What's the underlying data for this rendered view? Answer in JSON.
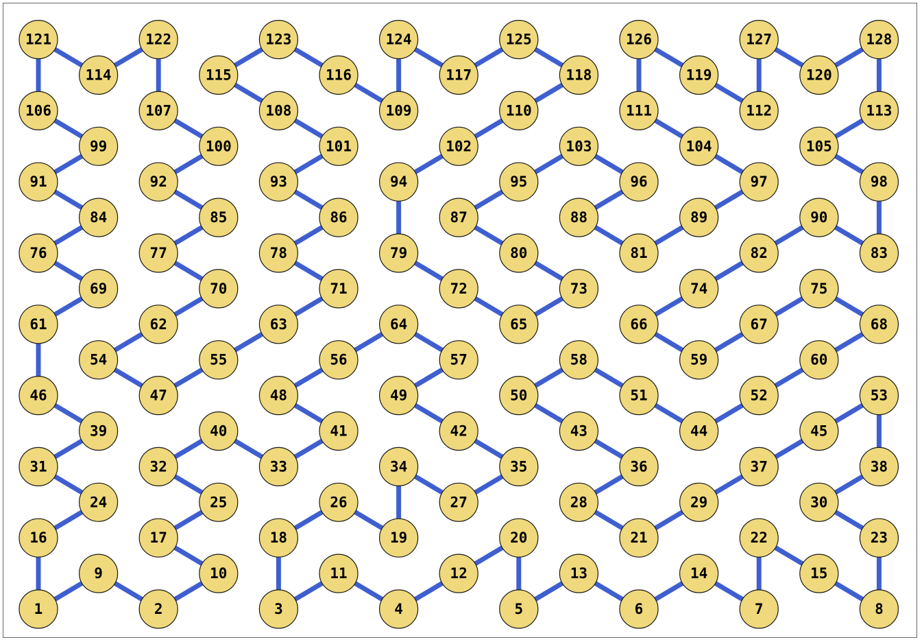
{
  "colors": {
    "node_fill": "#efd97c",
    "node_stroke": "#1a1a1a",
    "edge": "#3f5fcf",
    "border": "#666666"
  },
  "nodes": [
    {
      "id": "1",
      "c": 0,
      "r": 0
    },
    {
      "id": "9",
      "c": 1,
      "r": 1
    },
    {
      "id": "2",
      "c": 2,
      "r": 0
    },
    {
      "id": "10",
      "c": 3,
      "r": 1
    },
    {
      "id": "3",
      "c": 4,
      "r": 0
    },
    {
      "id": "11",
      "c": 5,
      "r": 1
    },
    {
      "id": "4",
      "c": 6,
      "r": 0
    },
    {
      "id": "12",
      "c": 7,
      "r": 1
    },
    {
      "id": "5",
      "c": 8,
      "r": 0
    },
    {
      "id": "13",
      "c": 9,
      "r": 1
    },
    {
      "id": "6",
      "c": 10,
      "r": 0
    },
    {
      "id": "14",
      "c": 11,
      "r": 1
    },
    {
      "id": "7",
      "c": 12,
      "r": 0
    },
    {
      "id": "15",
      "c": 13,
      "r": 1
    },
    {
      "id": "8",
      "c": 14,
      "r": 0
    },
    {
      "id": "16",
      "c": 0,
      "r": 2
    },
    {
      "id": "17",
      "c": 2,
      "r": 2
    },
    {
      "id": "18",
      "c": 4,
      "r": 2
    },
    {
      "id": "19",
      "c": 6,
      "r": 2
    },
    {
      "id": "20",
      "c": 8,
      "r": 2
    },
    {
      "id": "21",
      "c": 10,
      "r": 2
    },
    {
      "id": "22",
      "c": 12,
      "r": 2
    },
    {
      "id": "23",
      "c": 14,
      "r": 2
    },
    {
      "id": "24",
      "c": 1,
      "r": 3
    },
    {
      "id": "25",
      "c": 3,
      "r": 3
    },
    {
      "id": "26",
      "c": 5,
      "r": 3
    },
    {
      "id": "27",
      "c": 7,
      "r": 3
    },
    {
      "id": "28",
      "c": 9,
      "r": 3
    },
    {
      "id": "29",
      "c": 11,
      "r": 3
    },
    {
      "id": "30",
      "c": 13,
      "r": 3
    },
    {
      "id": "31",
      "c": 0,
      "r": 4
    },
    {
      "id": "32",
      "c": 2,
      "r": 4
    },
    {
      "id": "33",
      "c": 4,
      "r": 4
    },
    {
      "id": "34",
      "c": 6,
      "r": 4
    },
    {
      "id": "35",
      "c": 8,
      "r": 4
    },
    {
      "id": "36",
      "c": 10,
      "r": 4
    },
    {
      "id": "37",
      "c": 12,
      "r": 4
    },
    {
      "id": "38",
      "c": 14,
      "r": 4
    },
    {
      "id": "39",
      "c": 1,
      "r": 5
    },
    {
      "id": "40",
      "c": 3,
      "r": 5
    },
    {
      "id": "41",
      "c": 5,
      "r": 5
    },
    {
      "id": "42",
      "c": 7,
      "r": 5
    },
    {
      "id": "43",
      "c": 9,
      "r": 5
    },
    {
      "id": "44",
      "c": 11,
      "r": 5
    },
    {
      "id": "45",
      "c": 13,
      "r": 5
    },
    {
      "id": "46",
      "c": 0,
      "r": 6
    },
    {
      "id": "47",
      "c": 2,
      "r": 6
    },
    {
      "id": "48",
      "c": 4,
      "r": 6
    },
    {
      "id": "49",
      "c": 6,
      "r": 6
    },
    {
      "id": "50",
      "c": 8,
      "r": 6
    },
    {
      "id": "51",
      "c": 10,
      "r": 6
    },
    {
      "id": "52",
      "c": 12,
      "r": 6
    },
    {
      "id": "53",
      "c": 14,
      "r": 6
    },
    {
      "id": "54",
      "c": 1,
      "r": 7
    },
    {
      "id": "55",
      "c": 3,
      "r": 7
    },
    {
      "id": "56",
      "c": 5,
      "r": 7
    },
    {
      "id": "57",
      "c": 7,
      "r": 7
    },
    {
      "id": "58",
      "c": 9,
      "r": 7
    },
    {
      "id": "59",
      "c": 11,
      "r": 7
    },
    {
      "id": "60",
      "c": 13,
      "r": 7
    },
    {
      "id": "61",
      "c": 0,
      "r": 8
    },
    {
      "id": "62",
      "c": 2,
      "r": 8
    },
    {
      "id": "63",
      "c": 4,
      "r": 8
    },
    {
      "id": "64",
      "c": 6,
      "r": 8
    },
    {
      "id": "65",
      "c": 8,
      "r": 8
    },
    {
      "id": "66",
      "c": 10,
      "r": 8
    },
    {
      "id": "67",
      "c": 12,
      "r": 8
    },
    {
      "id": "68",
      "c": 14,
      "r": 8
    },
    {
      "id": "69",
      "c": 1,
      "r": 9
    },
    {
      "id": "70",
      "c": 3,
      "r": 9
    },
    {
      "id": "71",
      "c": 5,
      "r": 9
    },
    {
      "id": "72",
      "c": 7,
      "r": 9
    },
    {
      "id": "73",
      "c": 9,
      "r": 9
    },
    {
      "id": "74",
      "c": 11,
      "r": 9
    },
    {
      "id": "75",
      "c": 13,
      "r": 9
    },
    {
      "id": "76",
      "c": 0,
      "r": 10
    },
    {
      "id": "77",
      "c": 2,
      "r": 10
    },
    {
      "id": "78",
      "c": 4,
      "r": 10
    },
    {
      "id": "79",
      "c": 6,
      "r": 10
    },
    {
      "id": "80",
      "c": 8,
      "r": 10
    },
    {
      "id": "81",
      "c": 10,
      "r": 10
    },
    {
      "id": "82",
      "c": 12,
      "r": 10
    },
    {
      "id": "83",
      "c": 14,
      "r": 10
    },
    {
      "id": "84",
      "c": 1,
      "r": 11
    },
    {
      "id": "85",
      "c": 3,
      "r": 11
    },
    {
      "id": "86",
      "c": 5,
      "r": 11
    },
    {
      "id": "87",
      "c": 7,
      "r": 11
    },
    {
      "id": "88",
      "c": 9,
      "r": 11
    },
    {
      "id": "89",
      "c": 11,
      "r": 11
    },
    {
      "id": "90",
      "c": 13,
      "r": 11
    },
    {
      "id": "91",
      "c": 0,
      "r": 12
    },
    {
      "id": "92",
      "c": 2,
      "r": 12
    },
    {
      "id": "93",
      "c": 4,
      "r": 12
    },
    {
      "id": "94",
      "c": 6,
      "r": 12
    },
    {
      "id": "95",
      "c": 8,
      "r": 12
    },
    {
      "id": "96",
      "c": 10,
      "r": 12
    },
    {
      "id": "97",
      "c": 12,
      "r": 12
    },
    {
      "id": "98",
      "c": 14,
      "r": 12
    },
    {
      "id": "99",
      "c": 1,
      "r": 13
    },
    {
      "id": "100",
      "c": 3,
      "r": 13
    },
    {
      "id": "101",
      "c": 5,
      "r": 13
    },
    {
      "id": "102",
      "c": 7,
      "r": 13
    },
    {
      "id": "103",
      "c": 9,
      "r": 13
    },
    {
      "id": "104",
      "c": 11,
      "r": 13
    },
    {
      "id": "105",
      "c": 13,
      "r": 13
    },
    {
      "id": "106",
      "c": 0,
      "r": 14
    },
    {
      "id": "107",
      "c": 2,
      "r": 14
    },
    {
      "id": "108",
      "c": 4,
      "r": 14
    },
    {
      "id": "109",
      "c": 6,
      "r": 14
    },
    {
      "id": "110",
      "c": 8,
      "r": 14
    },
    {
      "id": "111",
      "c": 10,
      "r": 14
    },
    {
      "id": "112",
      "c": 12,
      "r": 14
    },
    {
      "id": "113",
      "c": 14,
      "r": 14
    },
    {
      "id": "114",
      "c": 1,
      "r": 15
    },
    {
      "id": "115",
      "c": 3,
      "r": 15
    },
    {
      "id": "116",
      "c": 5,
      "r": 15
    },
    {
      "id": "117",
      "c": 7,
      "r": 15
    },
    {
      "id": "118",
      "c": 9,
      "r": 15
    },
    {
      "id": "119",
      "c": 11,
      "r": 15
    },
    {
      "id": "120",
      "c": 13,
      "r": 15
    },
    {
      "id": "121",
      "c": 0,
      "r": 16
    },
    {
      "id": "122",
      "c": 2,
      "r": 16
    },
    {
      "id": "123",
      "c": 4,
      "r": 16
    },
    {
      "id": "124",
      "c": 6,
      "r": 16
    },
    {
      "id": "125",
      "c": 8,
      "r": 16
    },
    {
      "id": "126",
      "c": 10,
      "r": 16
    },
    {
      "id": "127",
      "c": 12,
      "r": 16
    },
    {
      "id": "128",
      "c": 14,
      "r": 16
    }
  ],
  "edges": [
    [
      "1",
      "9"
    ],
    [
      "9",
      "2"
    ],
    [
      "2",
      "10"
    ],
    [
      "10",
      "17"
    ],
    [
      "17",
      "25"
    ],
    [
      "25",
      "32"
    ],
    [
      "32",
      "40"
    ],
    [
      "40",
      "33"
    ],
    [
      "33",
      "41"
    ],
    [
      "41",
      "48"
    ],
    [
      "48",
      "56"
    ],
    [
      "56",
      "64"
    ],
    [
      "64",
      "57"
    ],
    [
      "57",
      "49"
    ],
    [
      "49",
      "42"
    ],
    [
      "42",
      "35"
    ],
    [
      "35",
      "27"
    ],
    [
      "27",
      "34"
    ],
    [
      "34",
      "19"
    ],
    [
      "19",
      "26"
    ],
    [
      "26",
      "18"
    ],
    [
      "18",
      "3"
    ],
    [
      "3",
      "11"
    ],
    [
      "11",
      "4"
    ],
    [
      "4",
      "12"
    ],
    [
      "12",
      "20"
    ],
    [
      "20",
      "5"
    ],
    [
      "5",
      "13"
    ],
    [
      "13",
      "6"
    ],
    [
      "6",
      "14"
    ],
    [
      "14",
      "7"
    ],
    [
      "7",
      "22"
    ],
    [
      "22",
      "15"
    ],
    [
      "15",
      "8"
    ],
    [
      "8",
      "23"
    ],
    [
      "23",
      "30"
    ],
    [
      "30",
      "38"
    ],
    [
      "38",
      "53"
    ],
    [
      "53",
      "45"
    ],
    [
      "45",
      "37"
    ],
    [
      "37",
      "29"
    ],
    [
      "29",
      "21"
    ],
    [
      "21",
      "28"
    ],
    [
      "28",
      "36"
    ],
    [
      "36",
      "43"
    ],
    [
      "43",
      "50"
    ],
    [
      "50",
      "58"
    ],
    [
      "58",
      "51"
    ],
    [
      "51",
      "44"
    ],
    [
      "44",
      "52"
    ],
    [
      "52",
      "60"
    ],
    [
      "60",
      "68"
    ],
    [
      "68",
      "75"
    ],
    [
      "75",
      "67"
    ],
    [
      "67",
      "59"
    ],
    [
      "59",
      "66"
    ],
    [
      "66",
      "74"
    ],
    [
      "74",
      "82"
    ],
    [
      "82",
      "90"
    ],
    [
      "90",
      "83"
    ],
    [
      "83",
      "98"
    ],
    [
      "98",
      "105"
    ],
    [
      "105",
      "113"
    ],
    [
      "113",
      "128"
    ],
    [
      "128",
      "120"
    ],
    [
      "120",
      "127"
    ],
    [
      "127",
      "112"
    ],
    [
      "112",
      "119"
    ],
    [
      "119",
      "126"
    ],
    [
      "126",
      "111"
    ],
    [
      "111",
      "104"
    ],
    [
      "104",
      "97"
    ],
    [
      "97",
      "89"
    ],
    [
      "89",
      "81"
    ],
    [
      "81",
      "88"
    ],
    [
      "88",
      "96"
    ],
    [
      "96",
      "103"
    ],
    [
      "103",
      "95"
    ],
    [
      "95",
      "87"
    ],
    [
      "87",
      "80"
    ],
    [
      "80",
      "73"
    ],
    [
      "73",
      "65"
    ],
    [
      "65",
      "72"
    ],
    [
      "72",
      "79"
    ],
    [
      "79",
      "94"
    ],
    [
      "94",
      "102"
    ],
    [
      "102",
      "110"
    ],
    [
      "110",
      "118"
    ],
    [
      "118",
      "125"
    ],
    [
      "125",
      "117"
    ],
    [
      "117",
      "124"
    ],
    [
      "124",
      "109"
    ],
    [
      "109",
      "116"
    ],
    [
      "116",
      "123"
    ],
    [
      "123",
      "115"
    ],
    [
      "115",
      "108"
    ],
    [
      "108",
      "101"
    ],
    [
      "101",
      "93"
    ],
    [
      "93",
      "86"
    ],
    [
      "86",
      "78"
    ],
    [
      "78",
      "71"
    ],
    [
      "71",
      "63"
    ],
    [
      "63",
      "55"
    ],
    [
      "55",
      "47"
    ],
    [
      "47",
      "54"
    ],
    [
      "54",
      "62"
    ],
    [
      "62",
      "70"
    ],
    [
      "70",
      "77"
    ],
    [
      "77",
      "85"
    ],
    [
      "85",
      "92"
    ],
    [
      "92",
      "100"
    ],
    [
      "100",
      "107"
    ],
    [
      "107",
      "122"
    ],
    [
      "122",
      "114"
    ],
    [
      "114",
      "121"
    ],
    [
      "121",
      "106"
    ],
    [
      "106",
      "99"
    ],
    [
      "99",
      "91"
    ],
    [
      "91",
      "84"
    ],
    [
      "84",
      "76"
    ],
    [
      "76",
      "69"
    ],
    [
      "69",
      "61"
    ],
    [
      "61",
      "46"
    ],
    [
      "46",
      "39"
    ],
    [
      "39",
      "31"
    ],
    [
      "31",
      "24"
    ],
    [
      "24",
      "16"
    ],
    [
      "16",
      "1"
    ]
  ]
}
